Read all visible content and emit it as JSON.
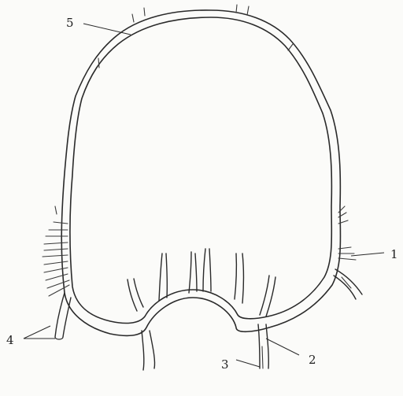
{
  "callouts": [
    {
      "id": "1",
      "text": "1"
    },
    {
      "id": "2",
      "text": "2"
    },
    {
      "id": "3",
      "text": "3"
    },
    {
      "id": "4",
      "text": "4"
    },
    {
      "id": "5",
      "text": "5"
    }
  ],
  "colors": {
    "ink": "#2a2a2a",
    "paper": "#fbfbf9"
  }
}
